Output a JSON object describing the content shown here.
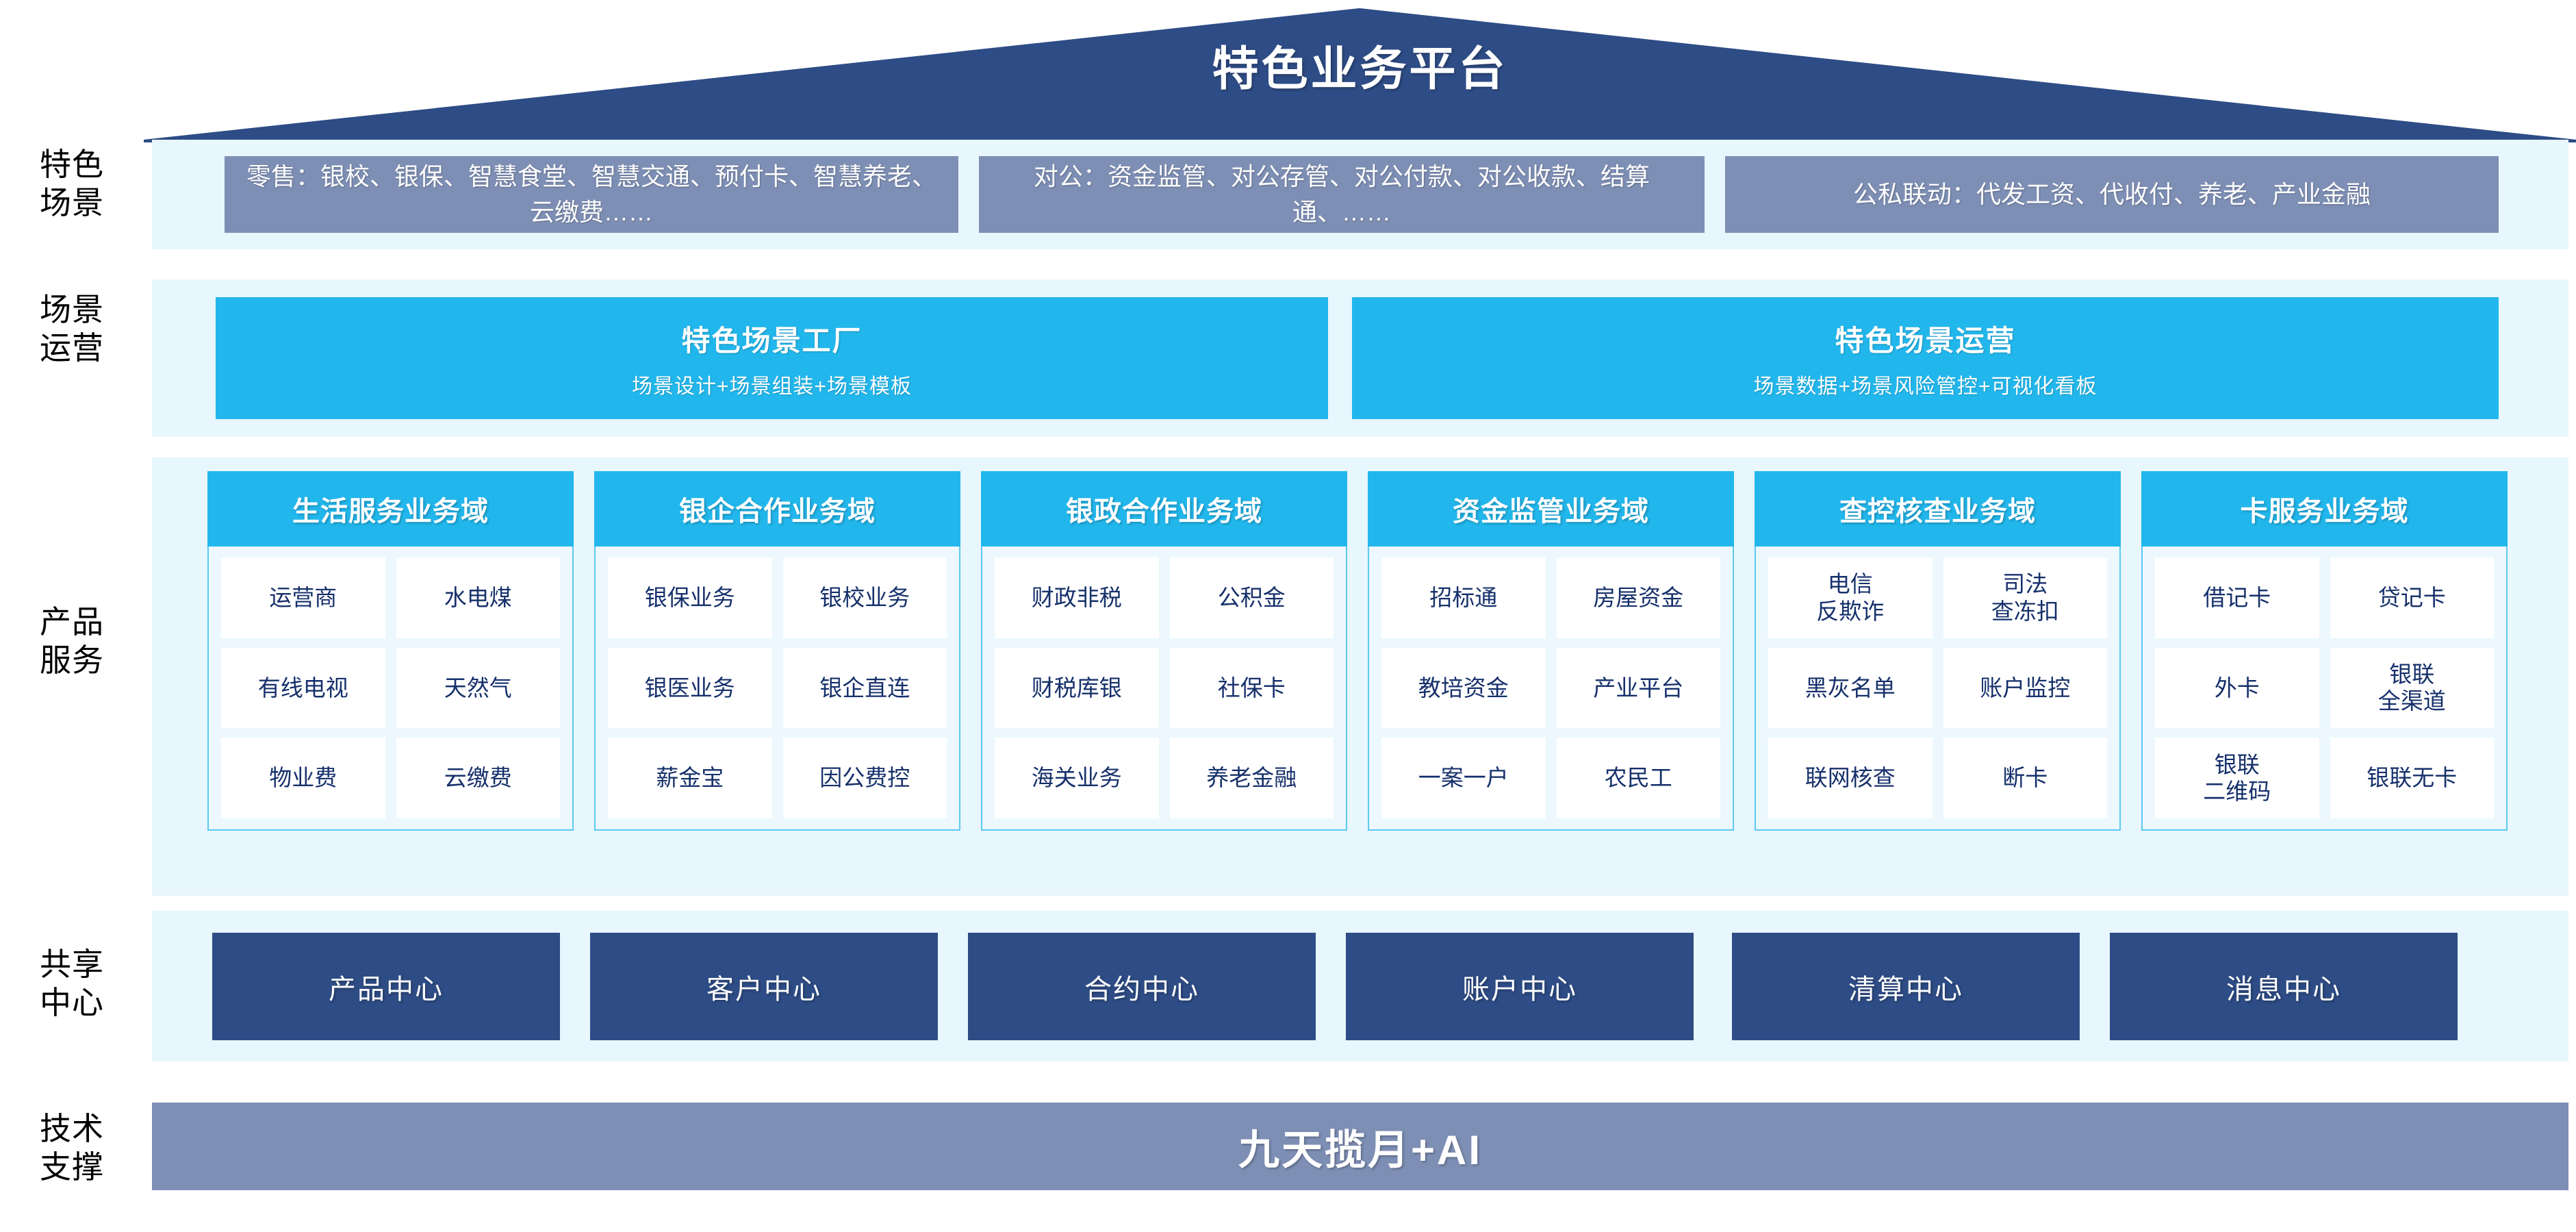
{
  "header": {
    "title": "特色业务平台",
    "banner_color": "#2e4c85"
  },
  "row_labels": {
    "scenarios": "特色\n场景",
    "operations": "场景\n运营",
    "products": "产品\n服务",
    "shared_centers": "共享\n中心",
    "tech_support": "技术\n支撑"
  },
  "scenarios": {
    "items": [
      {
        "text": "零售：银校、银保、智慧食堂、智慧交通、预付卡、智慧养老、云缴费……"
      },
      {
        "text": "对公：资金监管、对公存管、对公付款、对公收款、结算通、……"
      },
      {
        "text": "公私联动：代发工资、代收付、养老、产业金融"
      }
    ],
    "box_color": "#7e8fb5"
  },
  "operations": {
    "items": [
      {
        "title": "特色场景工厂",
        "subtitle": "场景设计+场景组装+场景模板"
      },
      {
        "title": "特色场景运营",
        "subtitle": "场景数据+场景风险管控+可视化看板"
      }
    ],
    "box_color": "#22b7ec"
  },
  "products": {
    "header_color": "#22b7ec",
    "cell_text_color": "#16306b",
    "domains": [
      {
        "title": "生活服务业务域",
        "cells": [
          "运营商",
          "水电煤",
          "有线电视",
          "天然气",
          "物业费",
          "云缴费"
        ]
      },
      {
        "title": "银企合作业务域",
        "cells": [
          "银保业务",
          "银校业务",
          "银医业务",
          "银企直连",
          "薪金宝",
          "因公费控"
        ]
      },
      {
        "title": "银政合作业务域",
        "cells": [
          "财政非税",
          "公积金",
          "财税库银",
          "社保卡",
          "海关业务",
          "养老金融"
        ]
      },
      {
        "title": "资金监管业务域",
        "cells": [
          "招标通",
          "房屋资金",
          "教培资金",
          "产业平台",
          "一案一户",
          "农民工"
        ]
      },
      {
        "title": "查控核查业务域",
        "cells": [
          "电信\n反欺诈",
          "司法\n查冻扣",
          "黑灰名单",
          "账户监控",
          "联网核查",
          "断卡"
        ]
      },
      {
        "title": "卡服务业务域",
        "cells": [
          "借记卡",
          "贷记卡",
          "外卡",
          "银联\n全渠道",
          "银联\n二维码",
          "银联无卡"
        ]
      }
    ]
  },
  "shared_centers": {
    "box_color": "#2e4c85",
    "items": [
      "产品中心",
      "客户中心",
      "合约中心",
      "账户中心",
      "清算中心",
      "消息中心"
    ]
  },
  "tech_support": {
    "label": "九天揽月+AI",
    "bar_color": "#7e8fb5"
  }
}
